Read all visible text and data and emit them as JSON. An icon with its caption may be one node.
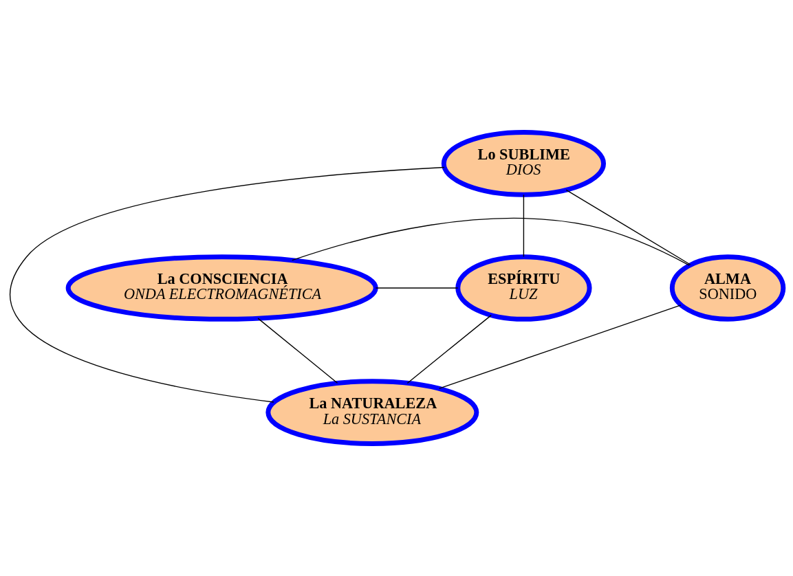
{
  "diagram": {
    "nodes": [
      {
        "text": [
          "Lo SUBLIME",
          "DIOS"
        ]
      },
      {
        "text": [
          "La CONSCIENCIA",
          "ONDA ELECTROMAGNÉTICA"
        ]
      },
      {
        "text": [
          "ALMA",
          "SONIDO"
        ]
      },
      {
        "text": [
          "ESPÍRITU",
          "LUZ"
        ]
      },
      {
        "text": [
          "La NATURALEZA",
          "La SUSTANCIA"
        ]
      }
    ],
    "edges": [
      {
        "from": 0,
        "to": 3,
        "arrow": "none"
      },
      {
        "from": 0,
        "to": 2,
        "arrow": "none"
      },
      {
        "from": 0,
        "to": 4,
        "arrow": "none"
      },
      {
        "from": 1,
        "to": 3,
        "arrow": "none"
      },
      {
        "from": 1,
        "to": 2,
        "arrow": "none"
      },
      {
        "from": 1,
        "to": 4,
        "arrow": "none"
      },
      {
        "from": 3,
        "to": 4,
        "arrow": "none"
      },
      {
        "from": 2,
        "to": 4,
        "arrow": "none"
      }
    ]
  }
}
